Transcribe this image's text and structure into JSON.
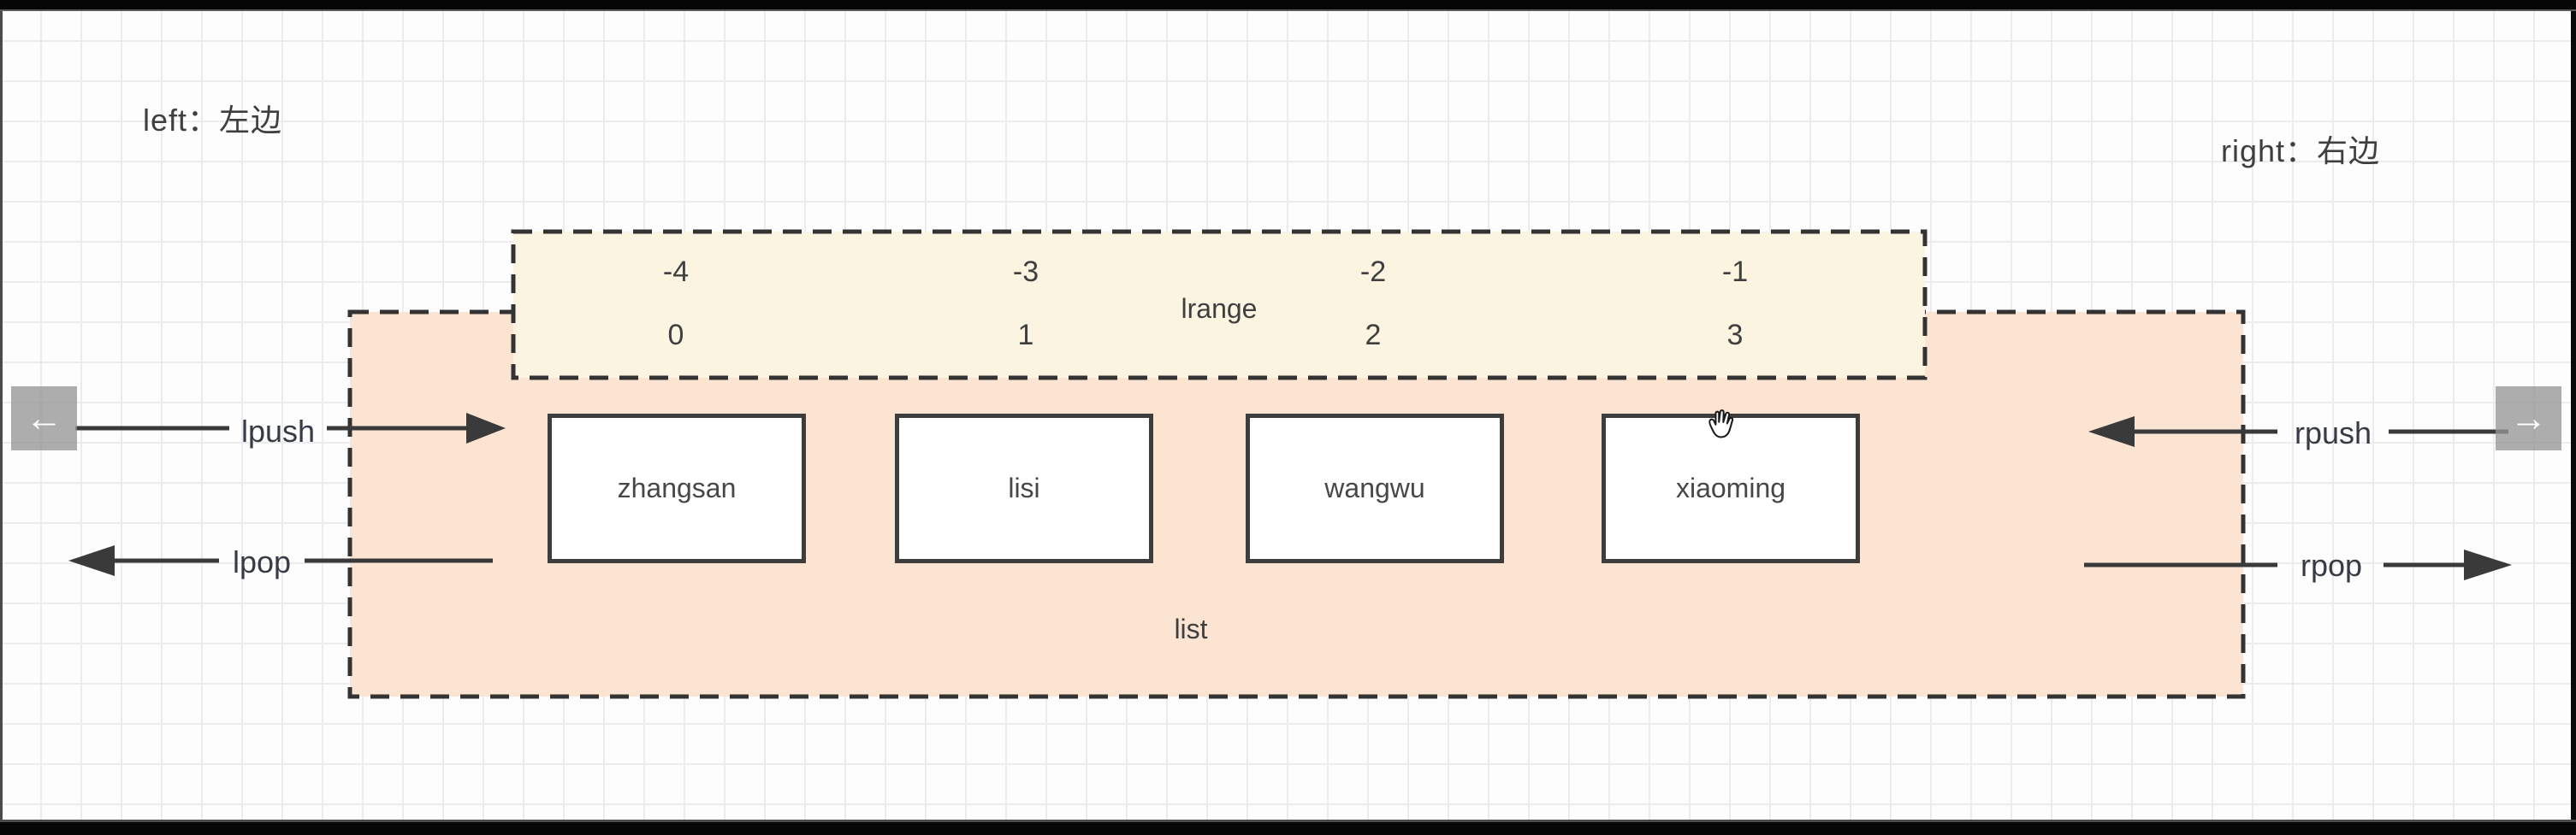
{
  "canvas": {
    "left_annotation": "left：左边",
    "right_annotation": "right：右边"
  },
  "lrange": {
    "label": "lrange",
    "negative_indices": [
      "-4",
      "-3",
      "-2",
      "-1"
    ],
    "positive_indices": [
      "0",
      "1",
      "2",
      "3"
    ]
  },
  "list": {
    "label": "list",
    "items": [
      "zhangsan",
      "lisi",
      "wangwu",
      "xiaoming"
    ]
  },
  "operations": {
    "lpush": "lpush",
    "lpop": "lpop",
    "rpush": "rpush",
    "rpop": "rpop"
  },
  "nav": {
    "back_arrow": "←",
    "forward_arrow": "→"
  },
  "cursor": {
    "icon": "open-hand-cursor"
  },
  "colors": {
    "list_fill": "#fbe4d2",
    "lrange_fill": "#faf4e0",
    "dashed_border": "#333333",
    "item_border": "#3d3d3d",
    "arrow": "#3a3a3a",
    "nav_button_bg": "#b3b3b3",
    "text": "#3f3f3f",
    "letterbox": "#060606"
  }
}
